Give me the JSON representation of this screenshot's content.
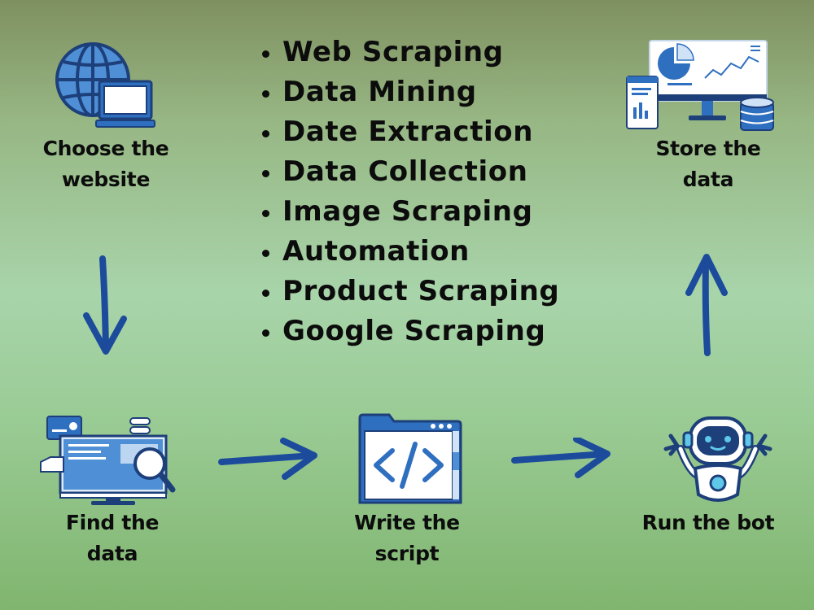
{
  "services": [
    "Web Scraping",
    "Data Mining",
    "Date Extraction",
    "Data Collection",
    "Image Scraping",
    "Automation",
    "Product Scraping",
    "Google Scraping"
  ],
  "steps": {
    "choose": {
      "line1": "Choose the",
      "line2": "website",
      "icon": "globe-computer-icon"
    },
    "find": {
      "line1": "Find the",
      "line2": "data",
      "icon": "monitor-magnifier-icon"
    },
    "write": {
      "line1": "Write the",
      "line2": "script",
      "icon": "code-window-icon"
    },
    "run": {
      "line1": "Run the bot",
      "icon": "robot-icon"
    },
    "store": {
      "line1": "Store the",
      "line2": "data",
      "icon": "dashboard-database-icon"
    }
  },
  "colors": {
    "arrow": "#1c4b9c",
    "icon_blue": "#2f6fc0",
    "icon_dark": "#1d3f7a",
    "text": "#0c0c0c"
  }
}
